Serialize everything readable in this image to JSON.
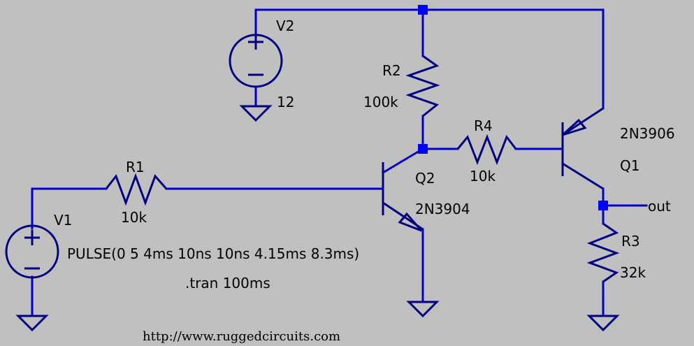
{
  "sources": {
    "v1": {
      "name": "V1",
      "value": "PULSE(0 5 4ms 10ns 10ns 4.15ms 8.3ms)"
    },
    "v2": {
      "name": "V2",
      "value": "12"
    }
  },
  "resistors": {
    "r1": {
      "name": "R1",
      "value": "10k"
    },
    "r2": {
      "name": "R2",
      "value": "100k"
    },
    "r3": {
      "name": "R3",
      "value": "32k"
    },
    "r4": {
      "name": "R4",
      "value": "10k"
    }
  },
  "transistors": {
    "q1": {
      "name": "Q1",
      "model": "2N3906"
    },
    "q2": {
      "name": "Q2",
      "model": "2N3904"
    }
  },
  "directives": {
    "tran": ".tran 100ms"
  },
  "net_labels": {
    "out": "out"
  },
  "footer": {
    "url": "http://www.ruggedcircuits.com"
  },
  "colors": {
    "background": "#c0c0c0",
    "wire": "#0000cc",
    "component": "#000080",
    "junction": "#0000ff"
  }
}
